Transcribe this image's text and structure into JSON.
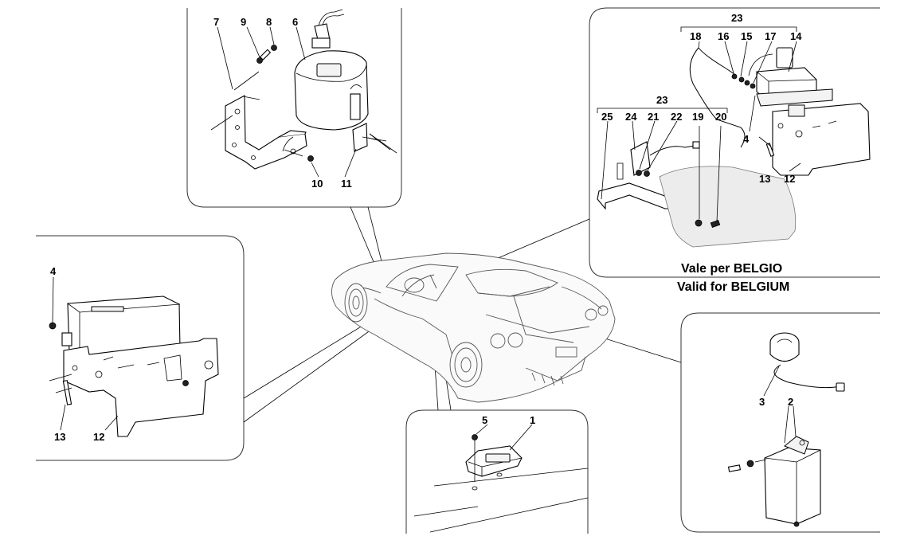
{
  "diagram": {
    "caption_it": "Vale per BELGIO",
    "caption_en": "Valid for BELGIUM",
    "callouts": {
      "top_panel": [
        "7",
        "9",
        "8",
        "6",
        "10",
        "11"
      ],
      "left_panel": [
        "4",
        "13",
        "12"
      ],
      "right_top_panel": [
        "23",
        "18",
        "16",
        "15",
        "17",
        "14",
        "23",
        "25",
        "24",
        "21",
        "22",
        "19",
        "20",
        "4",
        "13",
        "12"
      ],
      "bottom_center_panel": [
        "5",
        "1"
      ],
      "right_bottom_panel": [
        "3",
        "2"
      ]
    }
  }
}
